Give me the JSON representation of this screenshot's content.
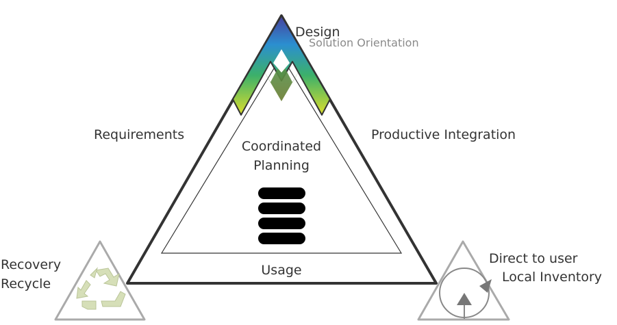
{
  "top": {
    "title": "Design",
    "subtitle": "Solution Orientation"
  },
  "left_side": {
    "label": "Requirements"
  },
  "right_side": {
    "label": "Productive Integration"
  },
  "center": {
    "line1": "Coordinated",
    "line2": "Planning"
  },
  "base": {
    "label": "Usage"
  },
  "bottom_left": {
    "line1": "Recovery",
    "line2": "Recycle"
  },
  "bottom_right": {
    "line1": "Direct to user",
    "line2": "Local Inventory"
  },
  "colors": {
    "outline": "#333333",
    "text": "#333333",
    "subtitle": "#8a8a8a",
    "gradient": [
      "#5b3fa0",
      "#2f8fc8",
      "#3bb26a",
      "#d9d92a"
    ]
  }
}
